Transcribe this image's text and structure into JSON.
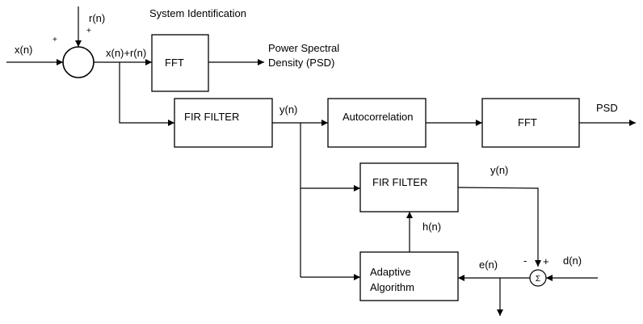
{
  "title": "System Identification",
  "blocks": {
    "fft_top": "FFT",
    "fir_filter_1": "FIR FILTER",
    "autocorrelation": "Autocorrelation",
    "fft_right": "FFT",
    "fir_filter_2": "FIR FILTER",
    "adaptive_line1": "Adaptive",
    "adaptive_line2": "Algorithm",
    "sum_symbol": "Σ"
  },
  "signals": {
    "input": "x(n)",
    "noise": "r(n)",
    "sum_output": "x(n)+r(n)",
    "psd_line1": "Power Spectral",
    "psd_line2": "Density (PSD)",
    "y_first": "y(n)",
    "psd_out": "PSD",
    "y_second": "y(n)",
    "h": "h(n)",
    "error": "e(n)",
    "desired": "d(n)",
    "plus_x": "+",
    "plus_r": "+",
    "minus_sum": "-",
    "plus_sum": "+"
  }
}
